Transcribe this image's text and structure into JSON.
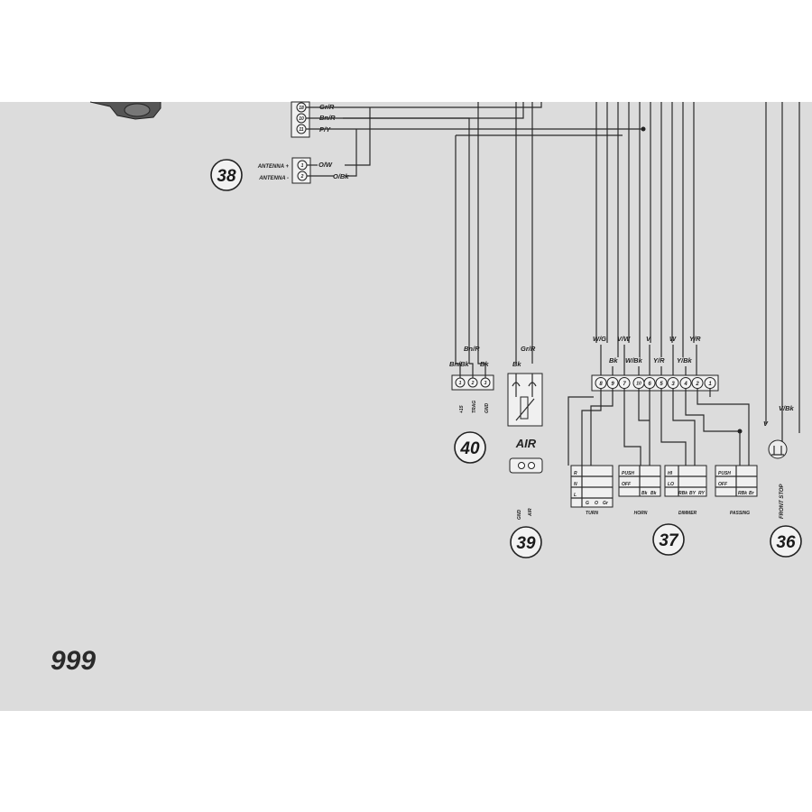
{
  "page_number": "999",
  "connector_38": {
    "badge": "38",
    "pins": [
      {
        "num": "1",
        "label": "ANTENNA +",
        "wire": "O/W"
      },
      {
        "num": "2",
        "label": "ANTENNA -",
        "wire": "O/Bk"
      }
    ]
  },
  "top_connector": {
    "pins": [
      {
        "num": "18",
        "wire": "Gr/R"
      },
      {
        "num": "10",
        "wire": "Bn/R"
      },
      {
        "num": "11",
        "wire": "P/Y"
      }
    ]
  },
  "connector_40": {
    "badge": "40",
    "wires_top": [
      "Bn/R"
    ],
    "wires_pins": [
      "Bn/Bk",
      "Bk"
    ],
    "pins": [
      "1",
      "2",
      "3"
    ],
    "pin_labels": [
      "+15",
      "TRAG",
      "GND"
    ]
  },
  "sensor_39": {
    "badge": "39",
    "title": "AIR",
    "wires": [
      "Gr/R",
      "Bk"
    ],
    "pin_labels": [
      "GND",
      "AIR"
    ]
  },
  "switch_37": {
    "badge": "37",
    "wires_top": [
      "W/G",
      "V/W",
      "V",
      "W",
      "Y/R"
    ],
    "wires_mid": [
      "Bk",
      "W/Bk",
      "Y/R",
      "Y/Bk"
    ],
    "pins": [
      "8",
      "9",
      "7",
      "10",
      "6",
      "5",
      "3",
      "4",
      "2",
      "1"
    ],
    "switches": [
      {
        "name": "TURN",
        "positions": [
          "R",
          "N",
          "L"
        ],
        "terminals": [
          "G",
          "O",
          "Gr"
        ]
      },
      {
        "name": "HORN",
        "positions": [
          "PUSH",
          "OFF"
        ],
        "terminals": [
          "Bk",
          "Bk"
        ]
      },
      {
        "name": "DIMMER",
        "positions": [
          "HI",
          "LO"
        ],
        "terminals": [
          "RBk",
          "BY",
          "RY"
        ]
      },
      {
        "name": "PASSING",
        "positions": [
          "PUSH",
          "OFF"
        ],
        "terminals": [
          "RBk",
          "Br"
        ]
      }
    ]
  },
  "switch_36": {
    "badge": "36",
    "name": "FRONT STOP",
    "wires": [
      "V",
      "V/Bk"
    ]
  }
}
